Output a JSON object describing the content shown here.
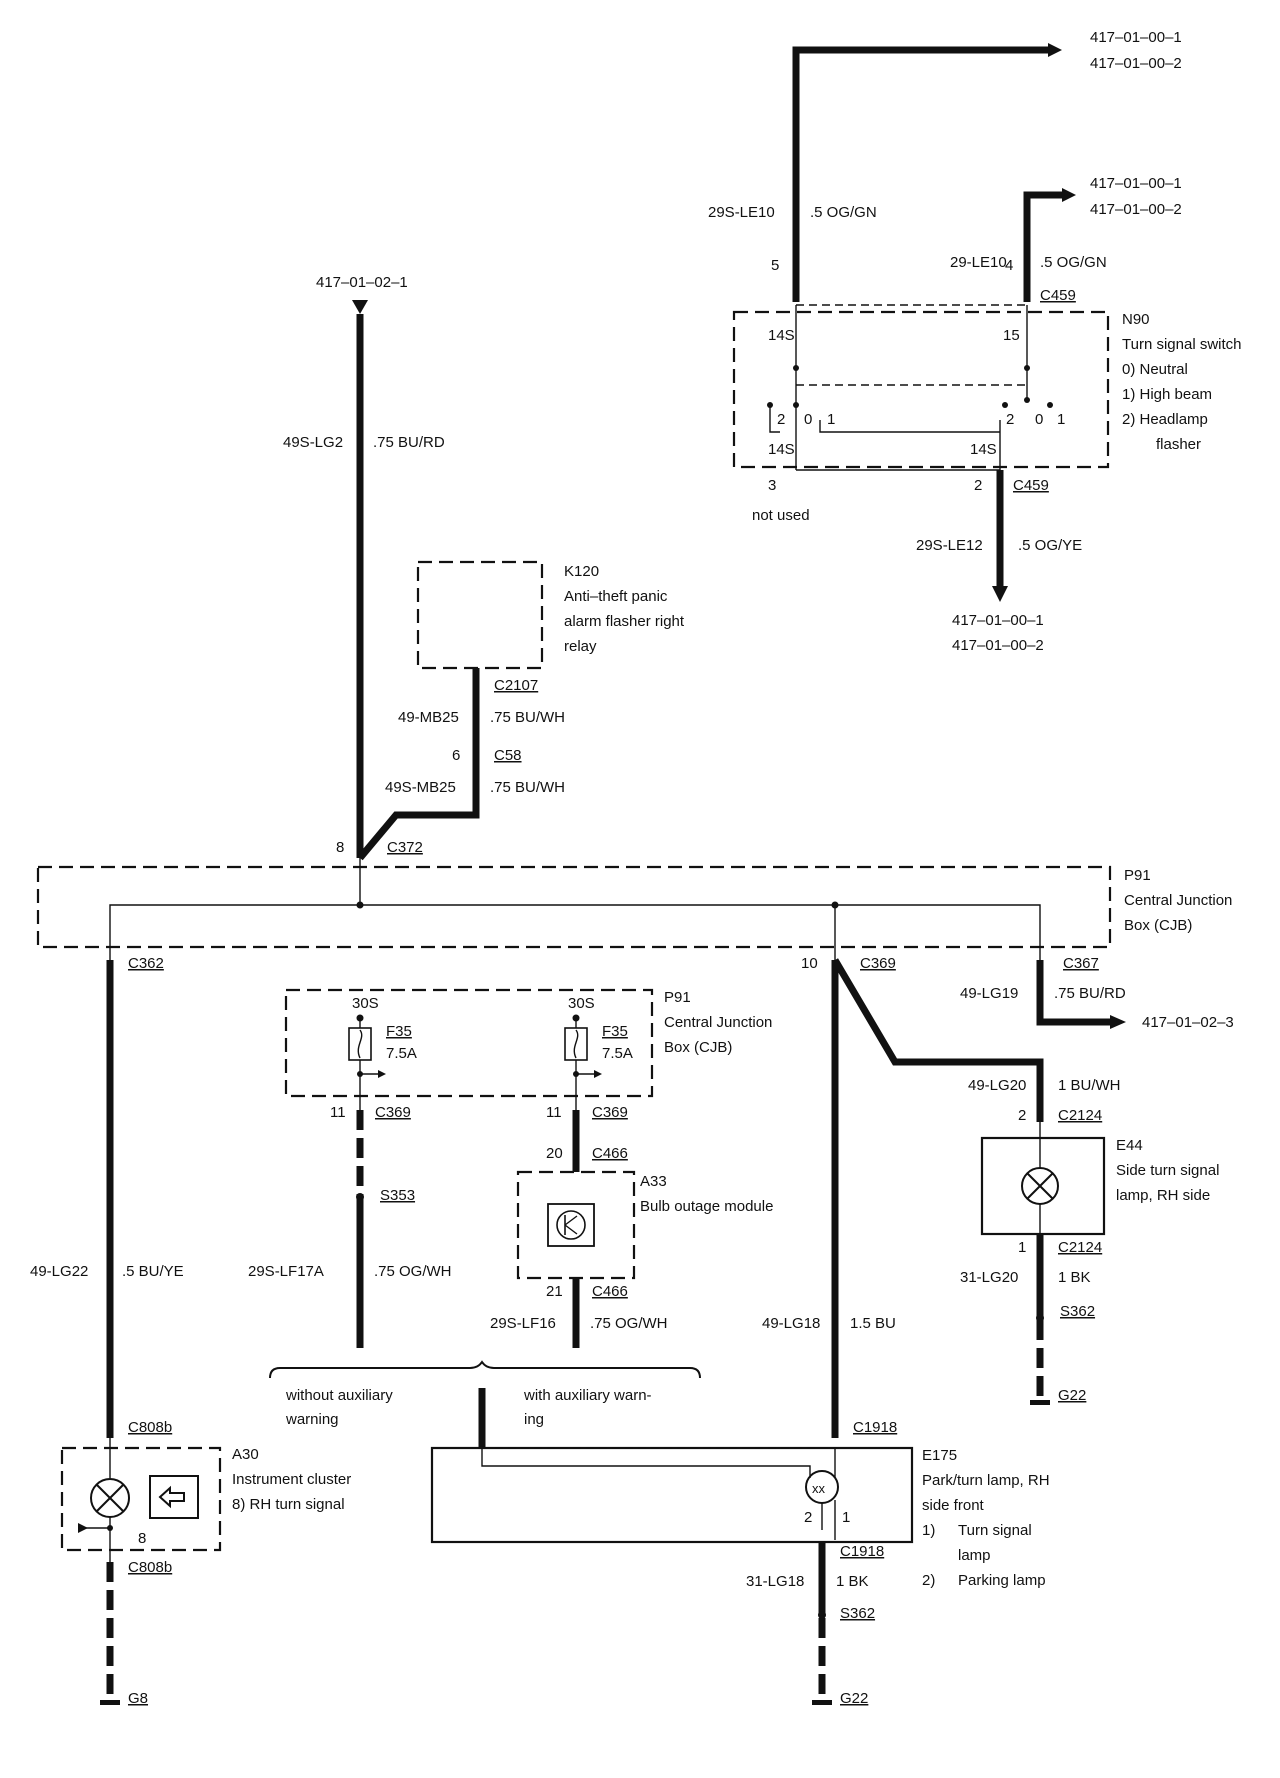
{
  "refs": {
    "top_1": "417–01–00–1",
    "top_2": "417–01–00–2",
    "mid_1": "417–01–00–1",
    "mid_2": "417–01–00–2",
    "bottom_1": "417–01–00–1",
    "bottom_2": "417–01–00–2",
    "left": "417–01–02–1",
    "right": "417–01–02–3"
  },
  "n90": {
    "id": "N90",
    "name": "Turn signal switch",
    "modes": [
      "0)   Neutral",
      "1)   High beam",
      "2)   Headlamp",
      "flasher"
    ],
    "pin5": "5",
    "pin4": "4",
    "conn_top": "C459",
    "pin14S_top": "14S",
    "pin15": "15",
    "sw_left": [
      "2",
      "0",
      "1"
    ],
    "sw_right": [
      "2",
      "0",
      "1"
    ],
    "pin14S_bl": "14S",
    "pin14S_br": "14S",
    "pin3": "3",
    "pin2": "2",
    "conn_bottom": "C459",
    "not_used": "not used"
  },
  "wires": {
    "w29S_LE10": "29S-LE10",
    "w29S_LE10_spec": ".5 OG/GN",
    "w29_LE10": "29-LE10",
    "w29_LE10_spec": ".5 OG/GN",
    "w29S_LE12": "29S-LE12",
    "w29S_LE12_spec": ".5 OG/YE",
    "w49S_LG2": "49S-LG2",
    "w49S_LG2_spec": ".75 BU/RD",
    "w49_MB25": "49-MB25",
    "w49_MB25_spec": ".75 BU/WH",
    "w49S_MB25": "49S-MB25",
    "w49S_MB25_spec": ".75 BU/WH",
    "w49_LG22": "49-LG22",
    "w49_LG22_spec": ".5 BU/YE",
    "w29S_LF17A": "29S-LF17A",
    "w29S_LF17A_spec": ".75 OG/WH",
    "w29S_LF16": "29S-LF16",
    "w29S_LF16_spec": ".75 OG/WH",
    "w49_LG18": "49-LG18",
    "w49_LG18_spec": "1.5 BU",
    "w49_LG19": "49-LG19",
    "w49_LG19_spec": ".75 BU/RD",
    "w49_LG20": "49-LG20",
    "w49_LG20_spec": "1 BU/WH",
    "w31_LG20": "31-LG20",
    "w31_LG20_spec": "1 BK",
    "w31_LG18": "31-LG18",
    "w31_LG18_spec": "1 BK"
  },
  "k120": {
    "id": "K120",
    "lines": [
      "Anti–theft panic",
      "alarm flasher right",
      "relay"
    ],
    "conn": "C2107",
    "pin6": "6",
    "conn_c58": "C58"
  },
  "p91": {
    "id": "P91",
    "lines": [
      "Central Junction",
      "Box (CJB)"
    ],
    "pin8": "8",
    "conn_c372": "C372",
    "conn_c362": "C362",
    "pin10": "10",
    "conn_c369": "C369",
    "conn_c367": "C367"
  },
  "p91_inner": {
    "id": "P91",
    "lines": [
      "Central Junction",
      "Box (CJB)"
    ],
    "pwr_left": "30S",
    "pwr_right": "30S",
    "fuse_left": "F35",
    "fuse_left_rating": "7.5A",
    "fuse_right": "F35",
    "fuse_right_rating": "7.5A",
    "pin11_left": "11",
    "conn_left": "C369",
    "pin11_right": "11",
    "conn_right": "C369"
  },
  "s353": "S353",
  "a33": {
    "id": "A33",
    "name": "Bulb outage module",
    "pin20": "20",
    "conn_top": "C466",
    "pin21": "21",
    "conn_bottom": "C466"
  },
  "e44": {
    "id": "E44",
    "lines": [
      "Side turn signal",
      "lamp, RH side"
    ],
    "pin2": "2",
    "conn_top": "C2124",
    "pin1": "1",
    "conn_bottom": "C2124",
    "splice": "S362",
    "ground": "G22"
  },
  "aux": {
    "without": [
      "without auxiliary",
      "warning"
    ],
    "with": [
      "with auxiliary warn-",
      "ing"
    ]
  },
  "a30": {
    "id": "A30",
    "name": "Instrument cluster",
    "item": "8)    RH turn signal",
    "conn_top": "C808b",
    "pin8": "8",
    "conn_bottom": "C808b",
    "ground": "G8"
  },
  "e175": {
    "id": "E175",
    "lines": [
      "Park/turn lamp, RH",
      "side front"
    ],
    "items": [
      "1)",
      "Turn signal",
      "lamp",
      "2)",
      "Parking lamp"
    ],
    "conn_top": "C1918",
    "pin2": "2",
    "pin1": "1",
    "conn_bottom": "C1918",
    "splice": "S362",
    "ground": "G22"
  }
}
